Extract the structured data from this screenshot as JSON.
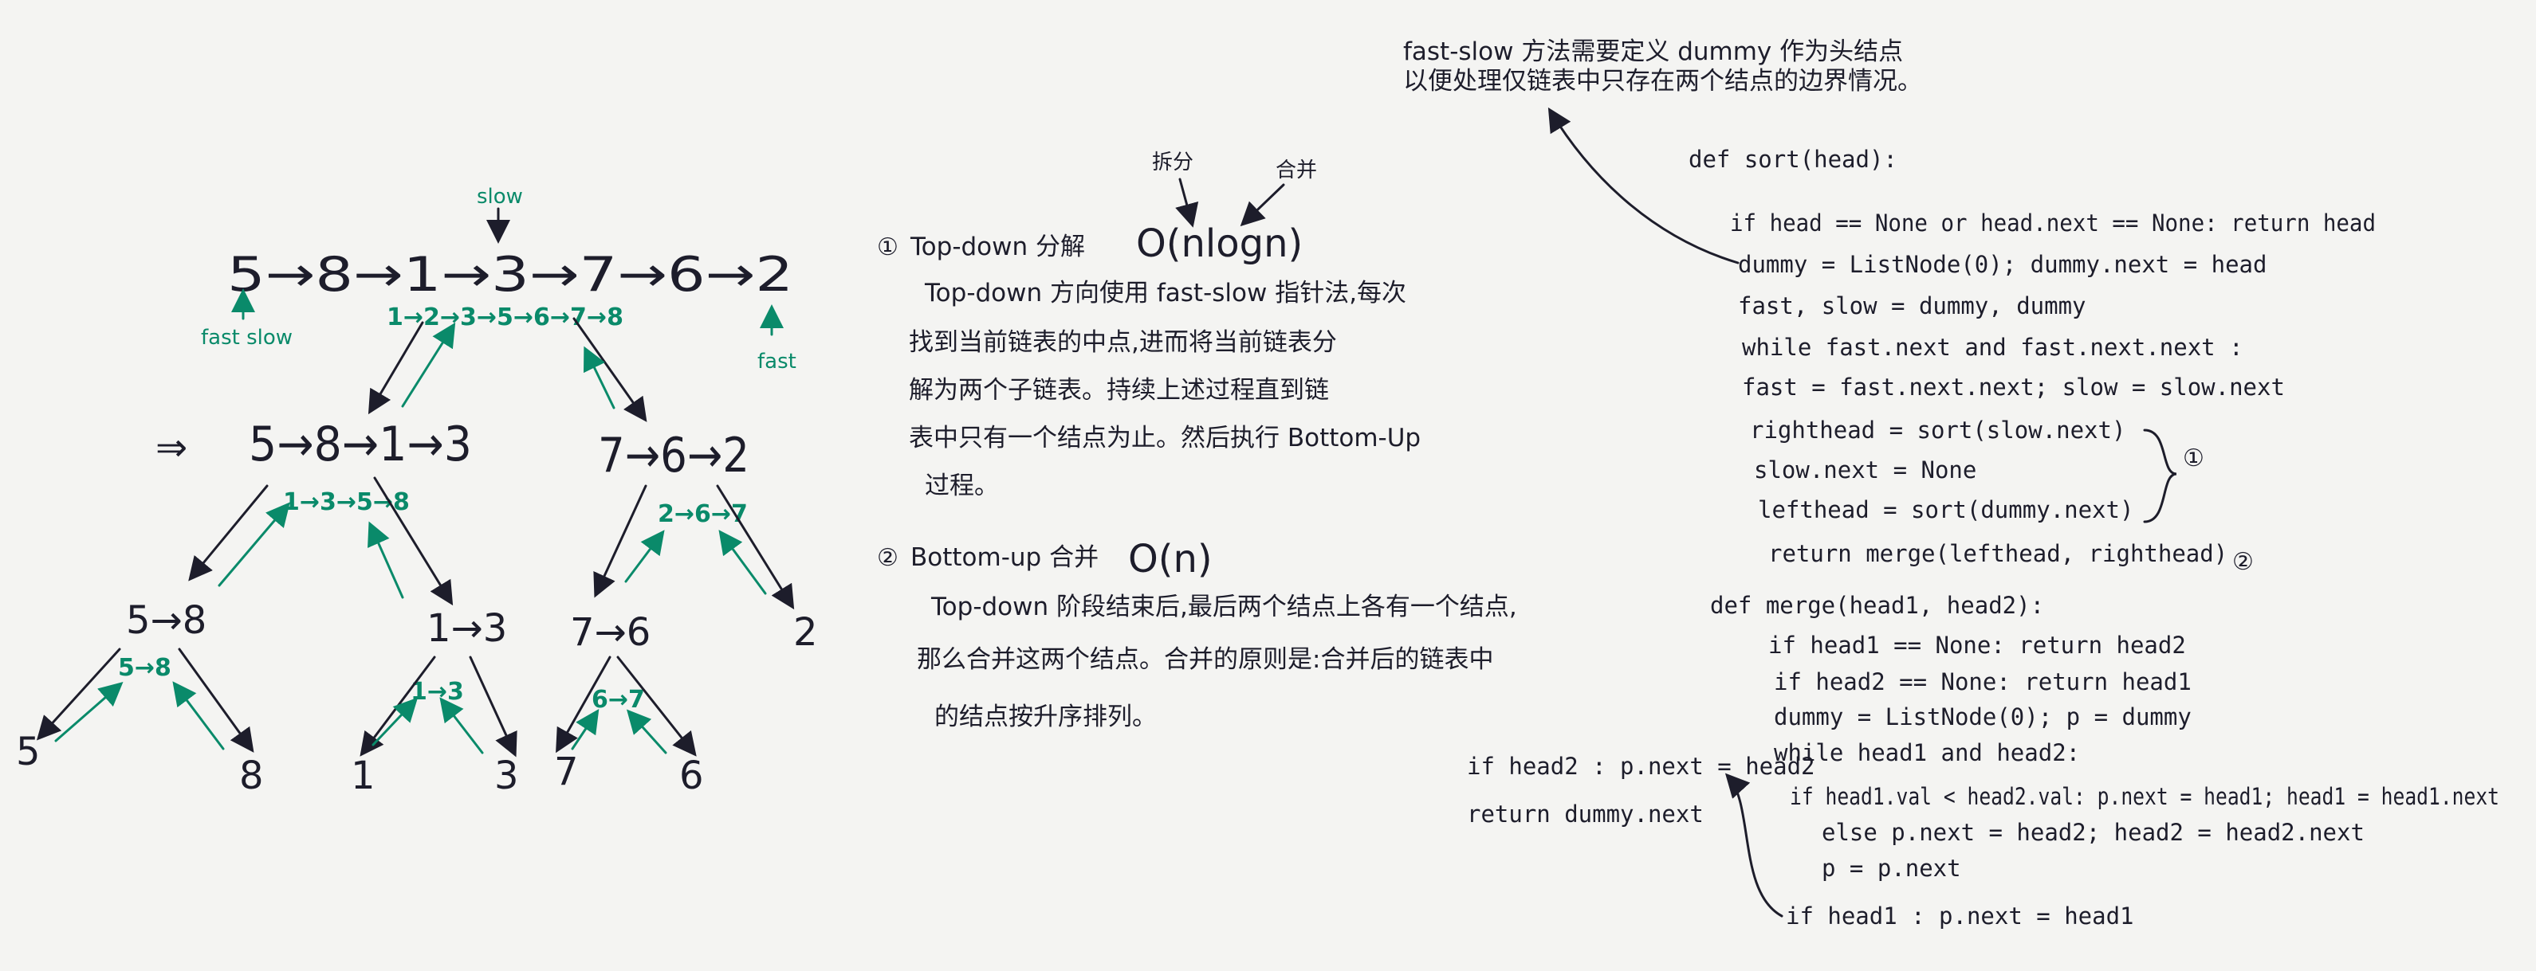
{
  "tree": {
    "root": "5→8→1→3→7→6→2",
    "root_sorted": "1→2→3→5→6→7→8",
    "l1_left": "5→8→1→3",
    "l1_left_sorted": "1→3→5→8",
    "l1_right": "7→6→2",
    "l1_right_sorted": "2→6→7",
    "l2_a": "5→8",
    "l2_a_sorted": "5→8",
    "l2_b": "1→3",
    "l2_b_sorted": "1→3",
    "l2_c": "7→6",
    "l2_c_sorted": "6→7",
    "l2_d": "2",
    "leaf_5": "5",
    "leaf_8": "8",
    "leaf_1": "1",
    "leaf_3": "3",
    "leaf_7": "7",
    "leaf_6": "6",
    "pointer_slow": "slow",
    "pointer_fast_slow": "fast slow",
    "pointer_fast": "fast",
    "arrow_symbol": "⇒"
  },
  "annotations": {
    "split_label": "拆分",
    "merge_label": "合并"
  },
  "explanation": {
    "item1_num": "①",
    "item1_title": "Top-down 分解",
    "item1_complexity": "O(nlogn)",
    "item1_lines": [
      "Top-down 方向使用 fast-slow 指针法,每次",
      "找到当前链表的中点,进而将当前链表分",
      "解为两个子链表。持续上述过程直到链",
      "表中只有一个结点为止。然后执行 Bottom-Up",
      "过程。"
    ],
    "item2_num": "②",
    "item2_title": "Bottom-up 合并",
    "item2_complexity": "O(n)",
    "item2_lines": [
      "Top-down 阶段结束后,最后两个结点上各有一个结点,",
      "那么合并这两个结点。合并的原则是:合并后的链表中",
      "的结点按升序排列。"
    ]
  },
  "code_note": {
    "line1": "fast-slow 方法需要定义 dummy 作为头结点",
    "line2": "以便处理仅链表中只存在两个结点的边界情况。"
  },
  "code": {
    "sort_def": "def  sort(head):",
    "sort_lines": [
      "if head == None or head.next == None: return head",
      "dummy = ListNode(0);  dummy.next = head",
      "fast, slow = dummy, dummy",
      "while  fast.next and fast.next.next :",
      "       fast = fast.next.next;  slow = slow.next",
      "righthead = sort(slow.next)",
      "slow.next = None",
      "lefthead = sort(dummy.next)",
      "return  merge(lefthead, righthead)"
    ],
    "brace_label": "①",
    "return_label": "②",
    "merge_def": "def  merge(head1, head2):",
    "merge_lines": [
      "if head1 == None: return head2",
      "if head2 == None: return head1",
      "dummy = ListNode(0);   p = dummy",
      "while head1 and head2:",
      "   if head1.val < head2.val:  p.next = head1;  head1 = head1.next",
      "   else  p.next = head2;  head2 = head2.next",
      "   p = p.next",
      "if head1 : p.next = head1"
    ],
    "side_line1": "if head2 : p.next = head2",
    "side_line2": "return dummy.next"
  },
  "colors": {
    "ink": "#1d1d2b",
    "teal": "#0a8a6a",
    "board": "#f4f4f2"
  }
}
